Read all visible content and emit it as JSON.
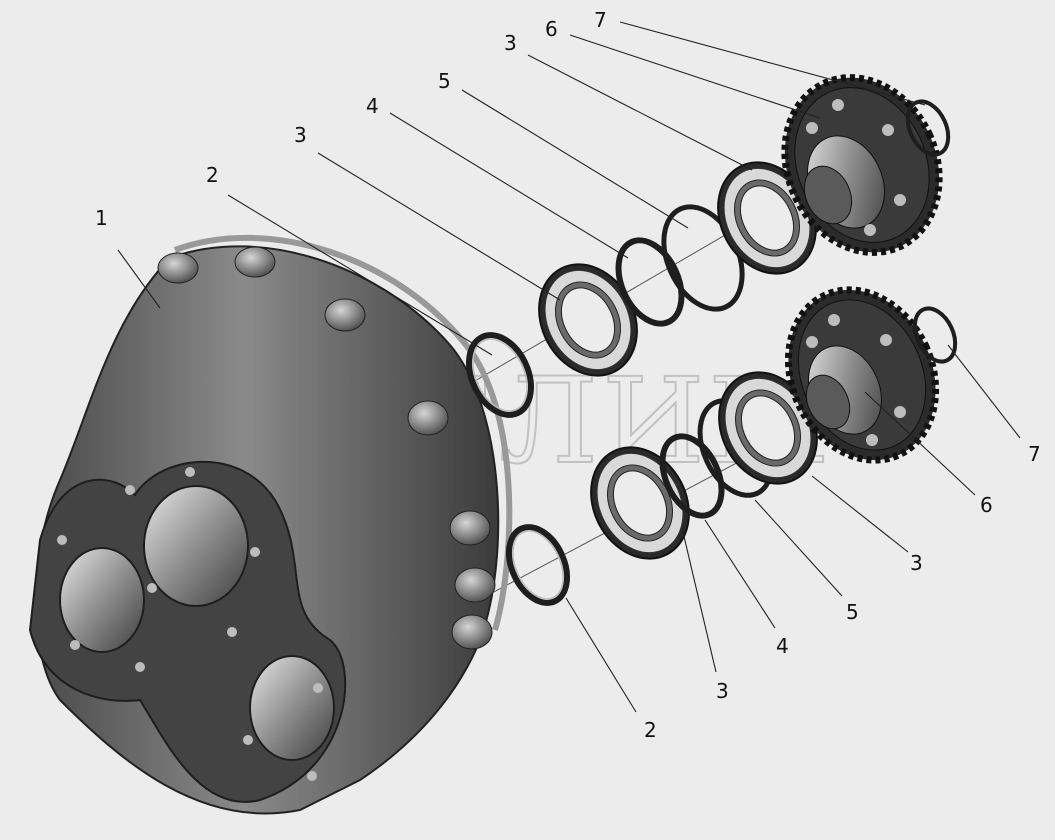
{
  "watermark": "СЕЛИМ",
  "callouts": {
    "c1": "1",
    "c2_top": "2",
    "c2_bottom": "2",
    "c3_a": "3",
    "c3_b": "3",
    "c3_c": "3",
    "c3_d": "3",
    "c4_top": "4",
    "c4_bottom": "4",
    "c5_top": "5",
    "c5_bottom": "5",
    "c6_top": "6",
    "c6_bottom": "6",
    "c7_top": "7",
    "c7_bottom": "7"
  },
  "colors": {
    "background": "#ececec",
    "housing": "#6f6f6f",
    "housing_dark": "#3a3a3a",
    "flange": "#444444",
    "part_dark": "#1e1e1e",
    "highlight": "#c9c9c9"
  }
}
